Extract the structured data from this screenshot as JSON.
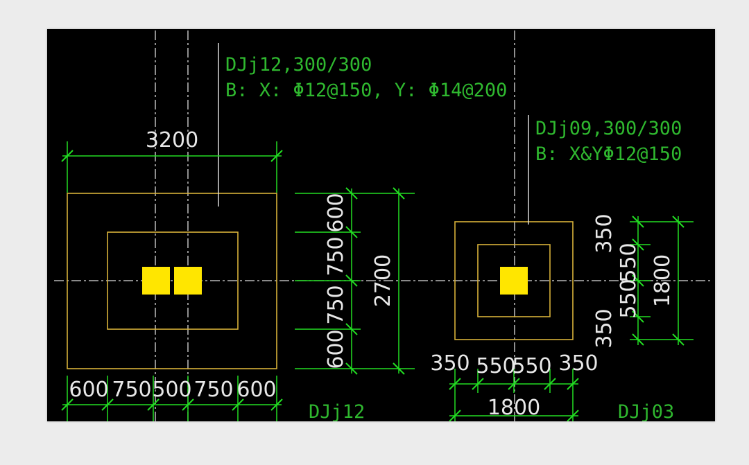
{
  "footing_left": {
    "tag": "DJj12,300/300",
    "rebar": "B: X: Φ12@150, Y: Φ14@200",
    "name": "DJj12",
    "overall_width": "3200",
    "bottom_dims": [
      "600",
      "750",
      "500",
      "750",
      "600"
    ],
    "side_dims": [
      "600",
      "750",
      "750",
      "600"
    ],
    "overall_height": "2700"
  },
  "footing_right": {
    "tag": "DJj09,300/300",
    "rebar": "B: X&YΦ12@150",
    "name": "DJj03",
    "bottom_dims": [
      "350",
      "550",
      "550",
      "350"
    ],
    "overall_width": "1800",
    "side_dims": [
      "350",
      "550",
      "550",
      "350"
    ],
    "overall_height": "1800"
  },
  "colors": {
    "background": "#000000",
    "dimension": "#22dd22",
    "outline": "#d8b23a",
    "column": "#ffe600",
    "text": "#e8e8e8",
    "label": "#2fb82f"
  }
}
